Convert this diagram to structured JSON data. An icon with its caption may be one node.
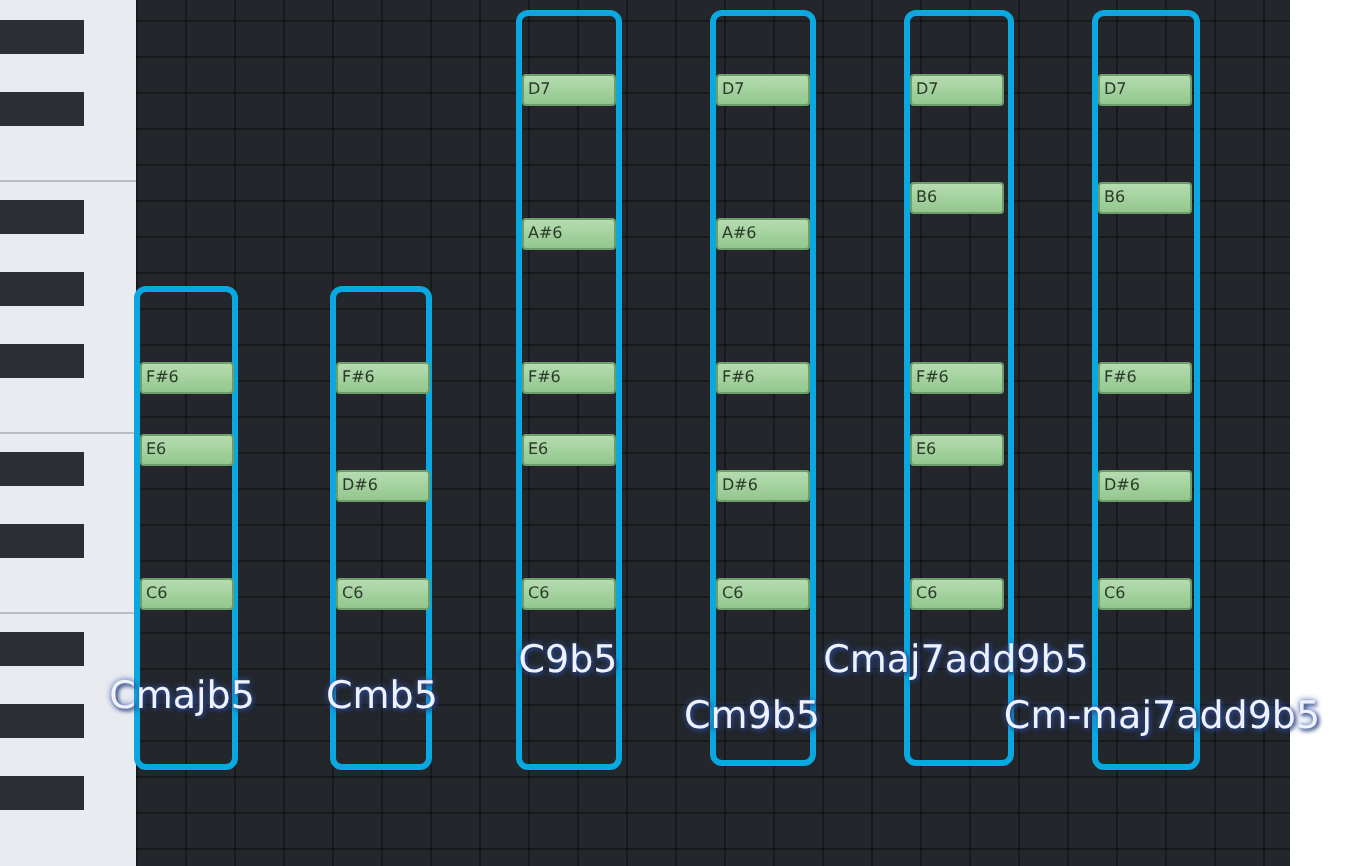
{
  "diagram": {
    "nodes": [
      {
        "text": [
          "Cmajb5"
        ]
      },
      {
        "text": [
          "F#6"
        ],
        "in": 0
      },
      {
        "text": [
          "E6"
        ],
        "in": 0
      },
      {
        "text": [
          "C6"
        ],
        "in": 0
      },
      {
        "text": [
          "Cmb5"
        ]
      },
      {
        "text": [
          "F#6"
        ],
        "in": 4
      },
      {
        "text": [
          "D#6"
        ],
        "in": 4
      },
      {
        "text": [
          "C6"
        ],
        "in": 4
      },
      {
        "text": [
          "C9b5"
        ]
      },
      {
        "text": [
          "D7"
        ],
        "in": 8
      },
      {
        "text": [
          "A#6"
        ],
        "in": 8
      },
      {
        "text": [
          "F#6"
        ],
        "in": 8
      },
      {
        "text": [
          "E6"
        ],
        "in": 8
      },
      {
        "text": [
          "C6"
        ],
        "in": 8
      },
      {
        "text": [
          "Cm9b5"
        ]
      },
      {
        "text": [
          "D7"
        ],
        "in": 14
      },
      {
        "text": [
          "A#6"
        ],
        "in": 14
      },
      {
        "text": [
          "F#6"
        ],
        "in": 14
      },
      {
        "text": [
          "D#6"
        ],
        "in": 14
      },
      {
        "text": [
          "C6"
        ],
        "in": 14
      },
      {
        "text": [
          "Cmaj7add9b5"
        ]
      },
      {
        "text": [
          "D7"
        ],
        "in": 20
      },
      {
        "text": [
          "B6"
        ],
        "in": 20
      },
      {
        "text": [
          "F#6"
        ],
        "in": 20
      },
      {
        "text": [
          "E6"
        ],
        "in": 20
      },
      {
        "text": [
          "C6"
        ],
        "in": 20
      },
      {
        "text": [
          "Cm-maj7add9b5"
        ]
      },
      {
        "text": [
          "D7"
        ],
        "in": 26
      },
      {
        "text": [
          "B6"
        ],
        "in": 26
      },
      {
        "text": [
          "F#6"
        ],
        "in": 26
      },
      {
        "text": [
          "D#6"
        ],
        "in": 26
      },
      {
        "text": [
          "C6"
        ],
        "in": 26
      }
    ],
    "edges": []
  }
}
